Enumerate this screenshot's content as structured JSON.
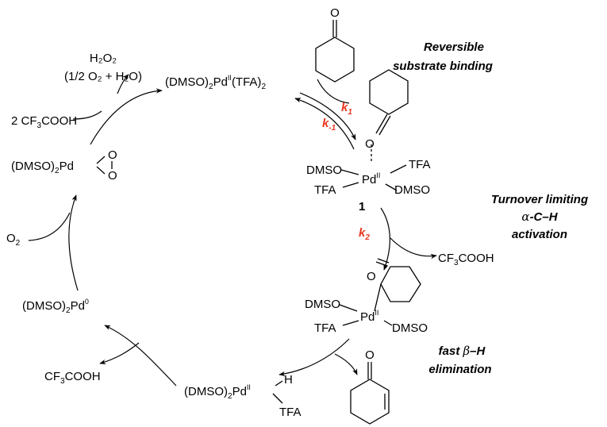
{
  "species": {
    "h2o2": "H₂O₂",
    "h2o2_alt": "(1/2 O₂ + H₂O)",
    "pd_tfa2": {
      "a": "(DMSO)",
      "a_sub": "2",
      "b": "Pd",
      "b_sup": "II",
      "c": "(TFA)",
      "c_sub": "2"
    },
    "cf3cooh_2": {
      "a": "2 CF",
      "a_sub": "3",
      "b": "COOH"
    },
    "peroxo": {
      "a": "(DMSO)",
      "a_sub": "2",
      "b": "Pd",
      "o1": "O",
      "o2": "O"
    },
    "o2": {
      "a": "O",
      "a_sub": "2"
    },
    "pd0": {
      "a": "(DMSO)",
      "a_sub": "2",
      "b": "Pd",
      "b_sup": "0"
    },
    "cf3cooh_left": {
      "a": "CF",
      "a_sub": "3",
      "b": "COOH"
    },
    "hydride": {
      "a": "(DMSO)",
      "a_sub": "2",
      "b": "Pd",
      "b_sup": "II",
      "h": "H",
      "tfa": "TFA"
    },
    "complex1": {
      "o": "O",
      "dmso_l": "DMSO",
      "pd": "Pd",
      "pd_sup": "II",
      "tfa_r": "TFA",
      "tfa_l": "TFA",
      "dmso_r": "DMSO",
      "number": "1"
    },
    "cf3cooh_right": {
      "a": "CF",
      "a_sub": "3",
      "b": "COOH"
    },
    "alkyl": {
      "o": "O",
      "dmso_l": "DMSO",
      "pd": "Pd",
      "pd_sup": "II",
      "tfa_l": "TFA",
      "dmso_r": "DMSO"
    },
    "ketone_o": "O",
    "enone_o": "O"
  },
  "annotations": {
    "reversible_l1": "Reversible",
    "reversible_l2": "substrate binding",
    "turnover_l1": "Turnover limiting",
    "turnover_l2a": "α",
    "turnover_l2b": "-C–H",
    "turnover_l3": "activation",
    "fast_l1a": "fast ",
    "fast_l1b": "β",
    "fast_l1c": "–H",
    "fast_l2": "elimination"
  },
  "rate_constants": {
    "k1": "k",
    "k1_sub": "1",
    "km1": "k",
    "km1_sub": "-1",
    "k2": "k",
    "k2_sub": "2"
  }
}
